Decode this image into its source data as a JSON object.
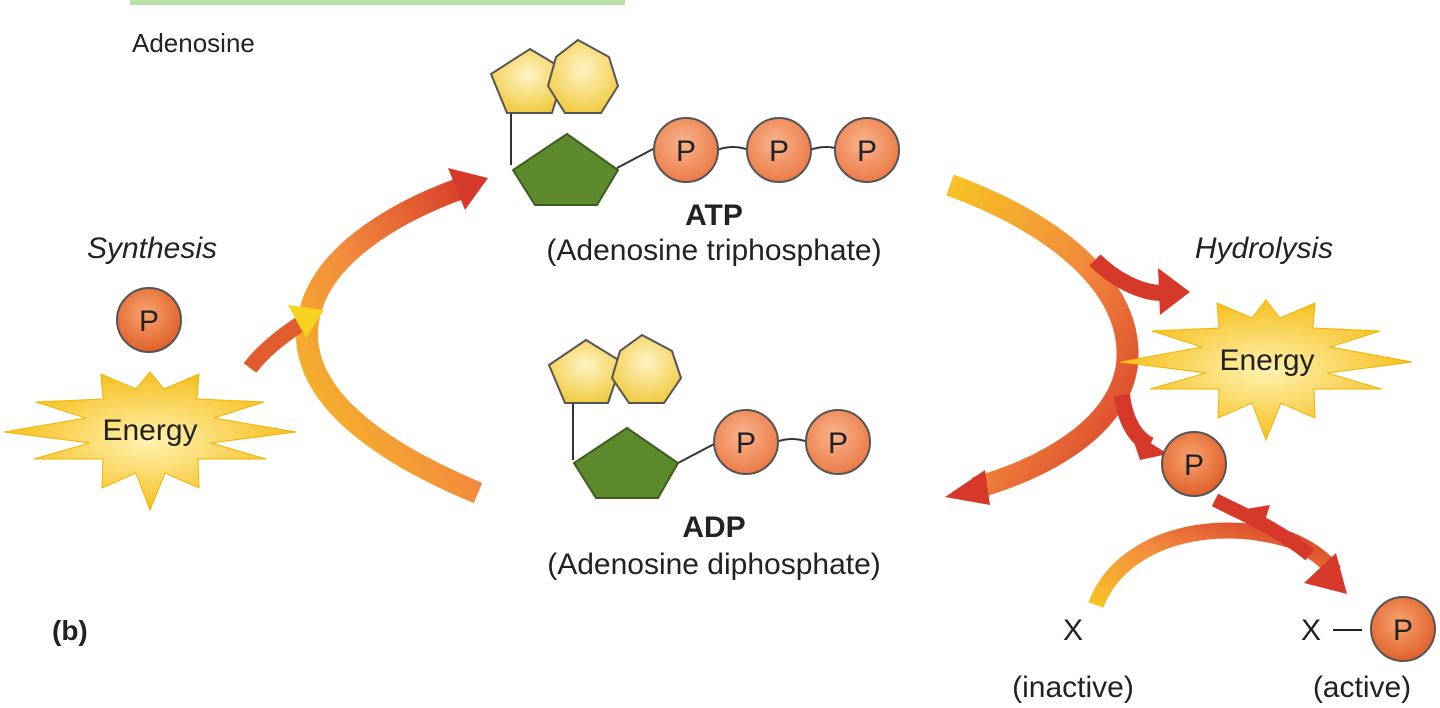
{
  "labels": {
    "adenosine": "Adenosine",
    "atp_title": "ATP",
    "atp_subtitle": "(Adenosine triphosphate)",
    "adp_title": "ADP",
    "adp_subtitle": "(Adenosine diphosphate)",
    "synthesis": "Synthesis",
    "hydrolysis": "Hydrolysis",
    "energy": "Energy",
    "phosphate": "P",
    "panel": "(b)",
    "x_inactive": "X",
    "x_active": "X",
    "inactive": "(inactive)",
    "active": "(active)"
  },
  "colors": {
    "adenine": "#f4d35e",
    "ribose": "#5e8a2e",
    "phosphate": "#f08a5a",
    "arrow_red": "#d6392a",
    "arrow_yellow": "#f7c325",
    "energy_burst": "#f9c62c",
    "header_bar": "#b7e3a8"
  }
}
